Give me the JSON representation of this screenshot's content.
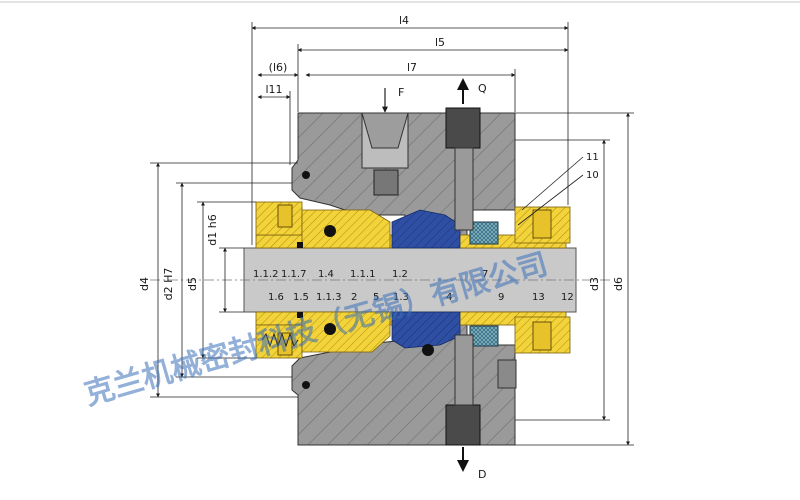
{
  "colors": {
    "housing": "#9a9a9a",
    "housing_dark": "#555555",
    "shaft": "#c9c9c9",
    "brass": "#f2d33a",
    "brass_dark": "#b08a12",
    "blue_seat": "#2e4fa3",
    "seal_black": "#111111",
    "watermark": "#3a6fb8"
  },
  "dimensions": {
    "l4": "l4",
    "l5": "l5",
    "l6": "(l6)",
    "l7": "l7",
    "l11": "l11",
    "d1": "d1 h6",
    "d2": "d2 H7",
    "d3": "d3",
    "d4": "d4",
    "d5": "d5",
    "d6": "d6"
  },
  "ports": {
    "F": "F",
    "Q": "Q",
    "D": "D"
  },
  "part_labels_upper": [
    "1.1.2",
    "1.1.7",
    "1.4",
    "1.1.1",
    "1.2",
    "7"
  ],
  "part_labels_lower": [
    "1.6",
    "1.5",
    "1.1.3",
    "2",
    "5",
    "1.3",
    "4",
    "9",
    "13",
    "12"
  ],
  "callouts": [
    "11",
    "10"
  ],
  "watermark": "克兰机械密封科技（无锡）有限公司"
}
